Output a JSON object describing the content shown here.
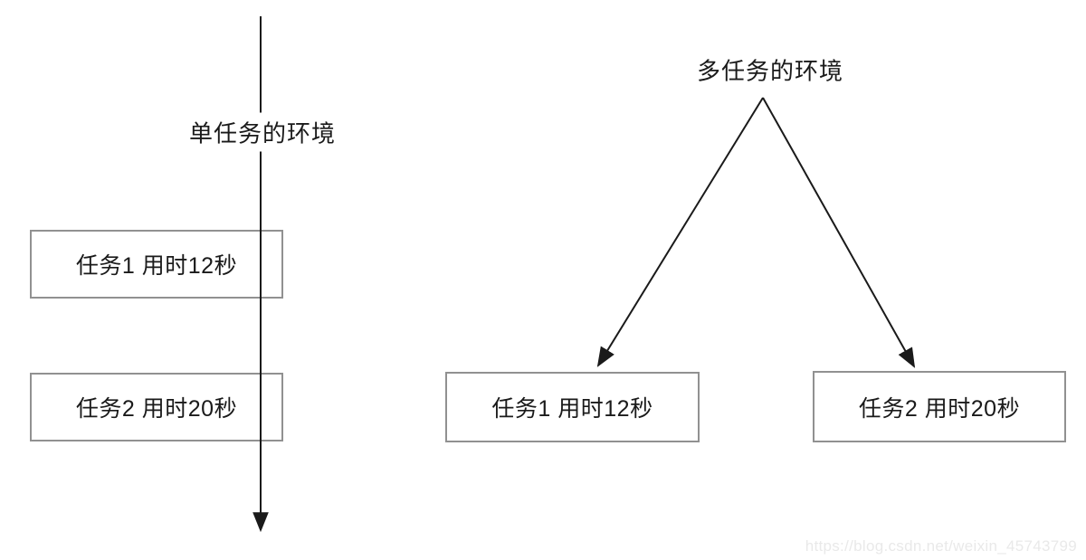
{
  "diagram": {
    "single_task": {
      "title": "单任务的环境",
      "boxes": [
        {
          "label": "任务1 用时12秒"
        },
        {
          "label": "任务2 用时20秒"
        }
      ]
    },
    "multi_task": {
      "title": "多任务的环境",
      "boxes": [
        {
          "label": "任务1 用时12秒"
        },
        {
          "label": "任务2 用时20秒"
        }
      ]
    },
    "watermark": "https://blog.csdn.net/weixin_45743799",
    "colors": {
      "arrow": "#1a1a1a",
      "box_border": "#919191",
      "text": "#1a1a1a",
      "watermark": "#e9e9e9",
      "background": "#ffffff"
    }
  }
}
